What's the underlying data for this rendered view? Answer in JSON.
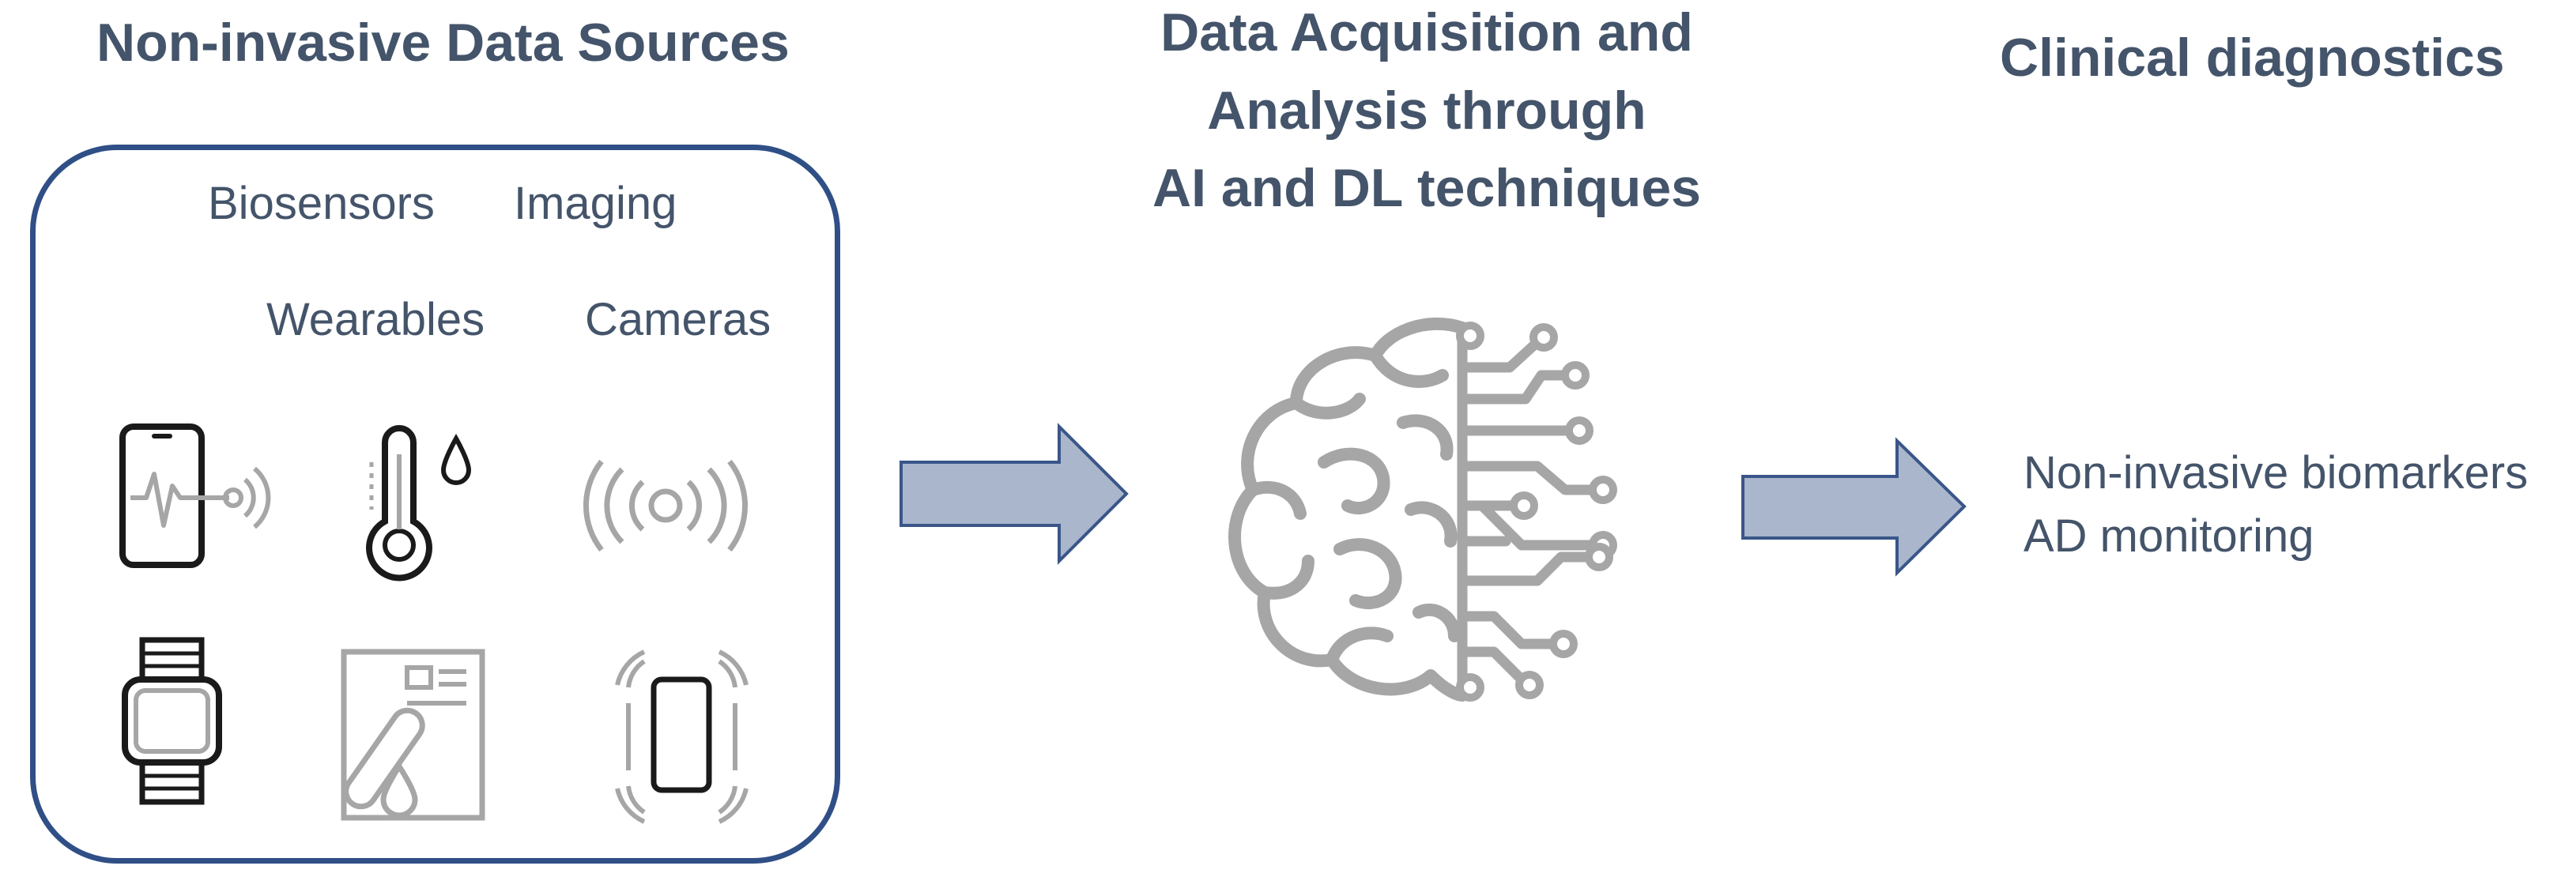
{
  "sources": {
    "title": "Non-invasive Data Sources",
    "categories": [
      "Biosensors",
      "Imaging",
      "Wearables",
      "Cameras"
    ],
    "device_icons": [
      "smartphone-heartbeat-icon",
      "thermometer-drop-icon",
      "wireless-signal-icon",
      "smartwatch-icon",
      "lab-report-test-tube-icon",
      "vibrating-phone-icon"
    ]
  },
  "analysis": {
    "title_lines": [
      "Data Acquisition and",
      "Analysis through",
      "AI and DL techniques"
    ],
    "icon": "ai-brain-circuit-icon"
  },
  "diagnostics": {
    "title": "Clinical diagnostics",
    "items": [
      "Non-invasive biomarkers",
      "AD monitoring"
    ]
  },
  "colors": {
    "heading_text": "#44546a",
    "box_border": "#2f4f86",
    "arrow_fill": "#aab6cc",
    "arrow_stroke": "#3a5689",
    "icon_gray": "#a6a6a6",
    "icon_dark": "#1a1a1a"
  }
}
